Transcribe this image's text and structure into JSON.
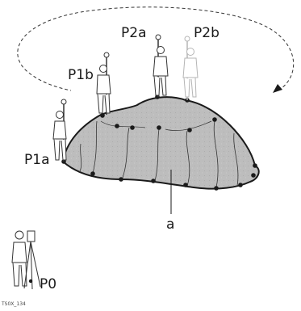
{
  "labels": {
    "p2a": "P2a",
    "p2b": "P2b",
    "p1b": "P1b",
    "p1a": "P1a",
    "a": "a",
    "p0": "P0",
    "ref": "TS0X_134"
  },
  "colors": {
    "line": "#1a1a1a",
    "surface": "#bdbdbd",
    "ghost": "#b5b5b5"
  },
  "icons": {
    "instrument": "total-station-icon",
    "prism_pole": "prism-pole-icon"
  }
}
